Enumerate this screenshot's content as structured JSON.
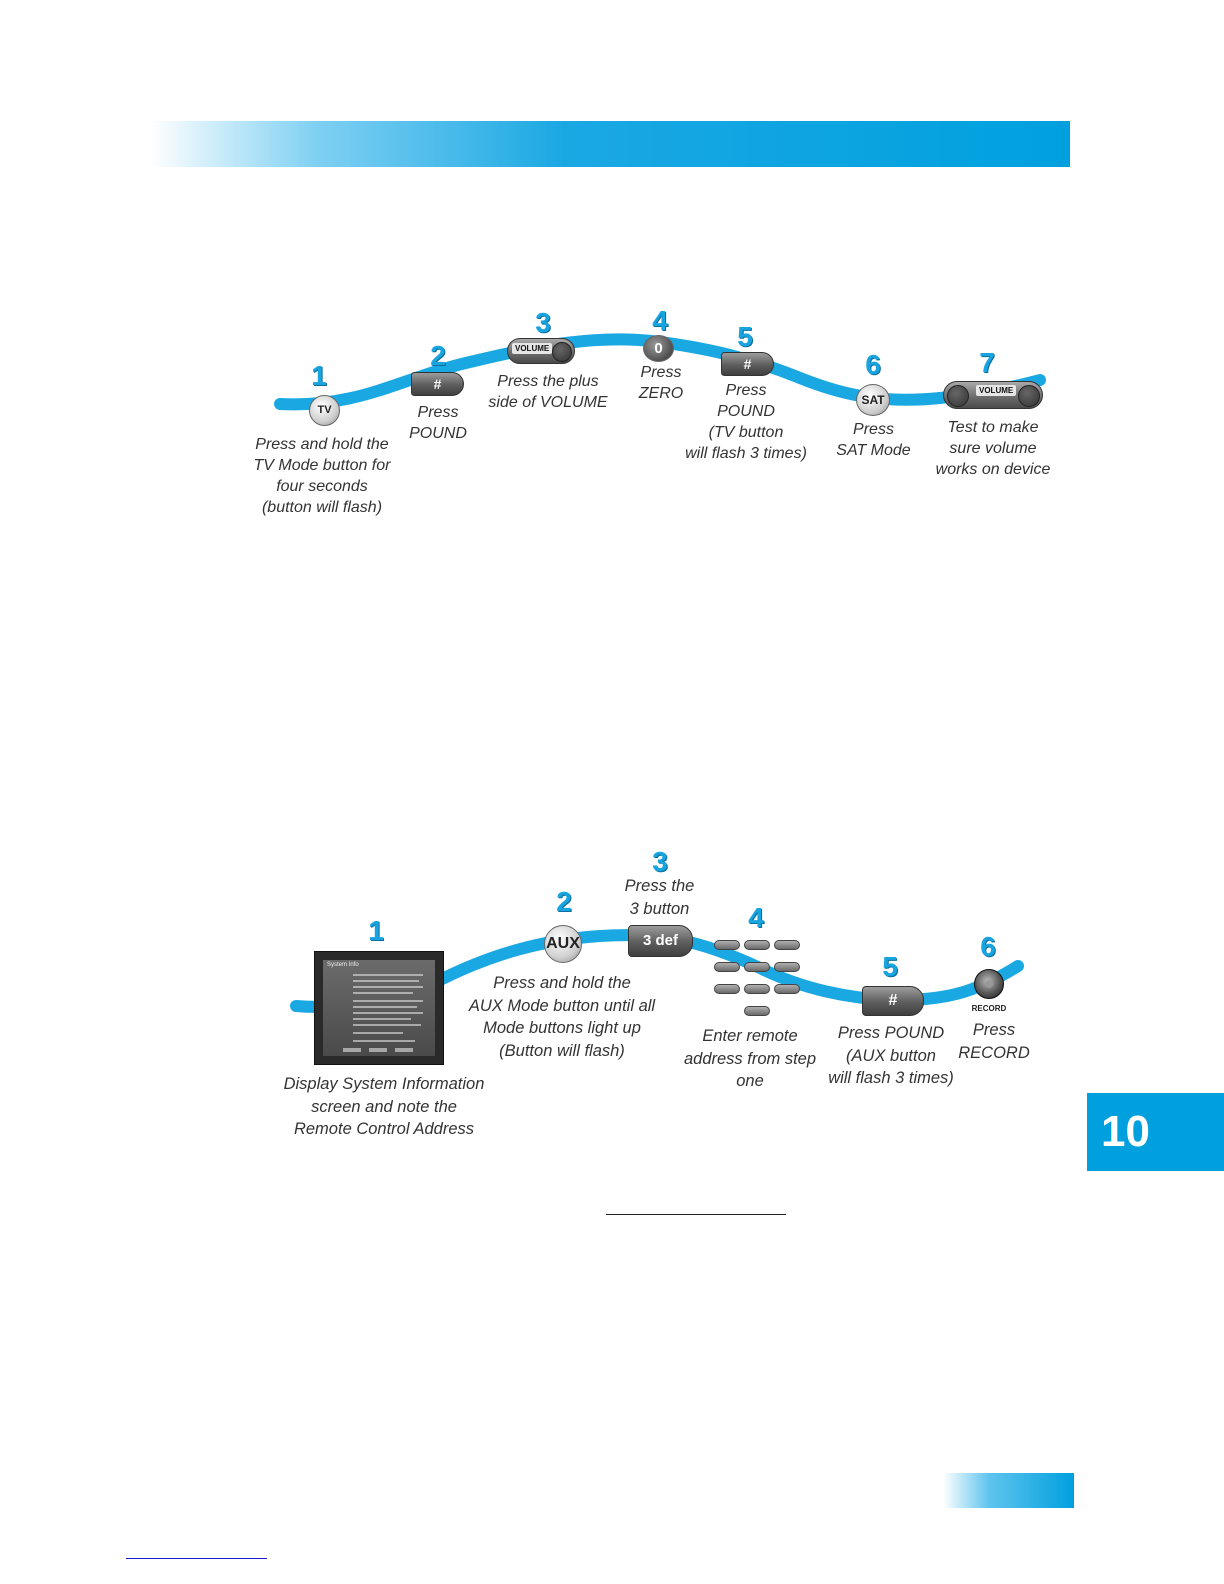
{
  "chapter": {
    "number": "10"
  },
  "flow_top": {
    "steps": [
      {
        "num": "1",
        "button": "TV",
        "caption": "Press and hold the\nTV Mode button for\nfour seconds\n(button will flash)"
      },
      {
        "num": "2",
        "button": "#",
        "caption": "Press\nPOUND"
      },
      {
        "num": "3",
        "button": "VOLUME",
        "caption": "Press the plus\nside of VOLUME"
      },
      {
        "num": "4",
        "button": "0",
        "caption": "Press\nZERO"
      },
      {
        "num": "5",
        "button": "#",
        "caption": "Press\nPOUND\n(TV button\nwill flash 3 times)"
      },
      {
        "num": "6",
        "button": "SAT",
        "caption": "Press\nSAT Mode"
      },
      {
        "num": "7",
        "button": "VOLUME",
        "caption": "Test to make\nsure volume\nworks on device"
      }
    ]
  },
  "flow_bottom": {
    "steps": [
      {
        "num": "1",
        "caption": "Display System Information\nscreen and note the\nRemote Control Address"
      },
      {
        "num": "2",
        "button": "AUX",
        "caption": "Press and hold the\nAUX Mode button until all\nMode buttons light up\n(Button will flash)"
      },
      {
        "num": "3",
        "button": "3 def",
        "caption": "Press the\n3 button"
      },
      {
        "num": "4",
        "caption": "Enter remote\naddress from step\none"
      },
      {
        "num": "5",
        "button": "#",
        "caption": "Press POUND\n(AUX button\nwill flash 3 times)"
      },
      {
        "num": "6",
        "button": "RECORD",
        "caption": "Press\nRECORD"
      }
    ]
  },
  "system_info": {
    "title": "System Info"
  },
  "colors": {
    "accent": "#00a0df",
    "wave": "#1aa8e3",
    "step_number": "#19a4e0"
  }
}
